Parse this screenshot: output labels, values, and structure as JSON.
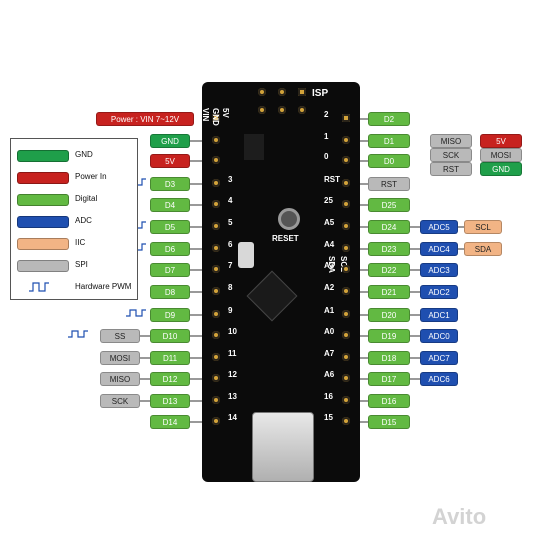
{
  "colors": {
    "power_red": "#c7221f",
    "gnd_green": "#1f9f4a",
    "digital_green": "#62b942",
    "adc_blue": "#1f4fb0",
    "iic_orange": "#f2b485",
    "spi_gray": "#b9b9b9"
  },
  "legend": {
    "items": [
      {
        "label": "GND",
        "color": "#1f9f4a",
        "kind": "swatch"
      },
      {
        "label": "Power In",
        "color": "#c7221f",
        "kind": "swatch"
      },
      {
        "label": "Digital",
        "color": "#62b942",
        "kind": "swatch"
      },
      {
        "label": "ADC",
        "color": "#1f4fb0",
        "kind": "swatch"
      },
      {
        "label": "IIC",
        "color": "#f2b485",
        "kind": "swatch"
      },
      {
        "label": "SPI",
        "color": "#b9b9b9",
        "kind": "swatch"
      },
      {
        "label": "Hardware PWM",
        "color": "",
        "kind": "pwm-icon"
      }
    ]
  },
  "board": {
    "isp_label": "ISP",
    "reset_label": "RESET",
    "top_header_labels": [
      "VIN",
      "GND",
      "5V"
    ],
    "left_header_numbers": [
      "3",
      "4",
      "5",
      "6",
      "7",
      "8",
      "9",
      "10",
      "11",
      "12",
      "13",
      "14"
    ],
    "right_header_numbers": [
      "2",
      "1",
      "0",
      "RST",
      "25",
      "A5",
      "A4",
      "A3",
      "A2",
      "A1",
      "A0",
      "A7",
      "A6",
      "16",
      "15"
    ],
    "right_inner_labels": [
      "SCL",
      "SDA"
    ]
  },
  "left_pins": [
    {
      "labels": [
        {
          "text": "Power : VIN  7~12V",
          "type": "power"
        }
      ]
    },
    {
      "labels": [
        {
          "text": "GND",
          "type": "gnd"
        }
      ]
    },
    {
      "labels": [
        {
          "text": "5V",
          "type": "power"
        }
      ]
    },
    {
      "labels": [
        {
          "text": "D3",
          "type": "digital"
        }
      ],
      "pwm": true
    },
    {
      "labels": [
        {
          "text": "D4",
          "type": "digital"
        }
      ]
    },
    {
      "labels": [
        {
          "text": "D5",
          "type": "digital"
        }
      ],
      "pwm": true
    },
    {
      "labels": [
        {
          "text": "D6",
          "type": "digital"
        }
      ],
      "pwm": true
    },
    {
      "labels": [
        {
          "text": "D7",
          "type": "digital"
        }
      ]
    },
    {
      "labels": [
        {
          "text": "D8",
          "type": "digital"
        }
      ]
    },
    {
      "labels": [
        {
          "text": "D9",
          "type": "digital"
        }
      ],
      "pwm": true
    },
    {
      "labels": [
        {
          "text": "SS",
          "type": "spi"
        },
        {
          "text": "D10",
          "type": "digital"
        }
      ],
      "pwm": true
    },
    {
      "labels": [
        {
          "text": "MOSI",
          "type": "spi"
        },
        {
          "text": "D11",
          "type": "digital"
        }
      ]
    },
    {
      "labels": [
        {
          "text": "MISO",
          "type": "spi"
        },
        {
          "text": "D12",
          "type": "digital"
        }
      ]
    },
    {
      "labels": [
        {
          "text": "SCK",
          "type": "spi"
        },
        {
          "text": "D13",
          "type": "digital"
        }
      ]
    },
    {
      "labels": [
        {
          "text": "D14",
          "type": "digital"
        }
      ]
    }
  ],
  "right_pins": [
    {
      "labels": [
        {
          "text": "D2",
          "type": "digital"
        }
      ]
    },
    {
      "labels": [
        {
          "text": "D1",
          "type": "digital"
        }
      ]
    },
    {
      "labels": [
        {
          "text": "D0",
          "type": "digital"
        }
      ]
    },
    {
      "labels": [
        {
          "text": "RST",
          "type": "spi"
        }
      ]
    },
    {
      "labels": [
        {
          "text": "D25",
          "type": "digital"
        }
      ]
    },
    {
      "labels": [
        {
          "text": "D24",
          "type": "digital"
        },
        {
          "text": "ADC5",
          "type": "adc"
        },
        {
          "text": "SCL",
          "type": "iic"
        }
      ]
    },
    {
      "labels": [
        {
          "text": "D23",
          "type": "digital"
        },
        {
          "text": "ADC4",
          "type": "adc"
        },
        {
          "text": "SDA",
          "type": "iic"
        }
      ]
    },
    {
      "labels": [
        {
          "text": "D22",
          "type": "digital"
        },
        {
          "text": "ADC3",
          "type": "adc"
        }
      ]
    },
    {
      "labels": [
        {
          "text": "D21",
          "type": "digital"
        },
        {
          "text": "ADC2",
          "type": "adc"
        }
      ]
    },
    {
      "labels": [
        {
          "text": "D20",
          "type": "digital"
        },
        {
          "text": "ADC1",
          "type": "adc"
        }
      ]
    },
    {
      "labels": [
        {
          "text": "D19",
          "type": "digital"
        },
        {
          "text": "ADC0",
          "type": "adc"
        }
      ]
    },
    {
      "labels": [
        {
          "text": "D18",
          "type": "digital"
        },
        {
          "text": "ADC7",
          "type": "adc"
        }
      ]
    },
    {
      "labels": [
        {
          "text": "D17",
          "type": "digital"
        },
        {
          "text": "ADC6",
          "type": "adc"
        }
      ]
    },
    {
      "labels": [
        {
          "text": "D16",
          "type": "digital"
        }
      ]
    },
    {
      "labels": [
        {
          "text": "D15",
          "type": "digital"
        }
      ]
    }
  ],
  "isp_pins": [
    [
      {
        "text": "MISO",
        "type": "spi"
      },
      {
        "text": "5V",
        "type": "power"
      }
    ],
    [
      {
        "text": "SCK",
        "type": "spi"
      },
      {
        "text": "MOSI",
        "type": "spi"
      }
    ],
    [
      {
        "text": "RST",
        "type": "spi"
      },
      {
        "text": "GND",
        "type": "gnd"
      }
    ]
  ],
  "watermark": "Avito"
}
